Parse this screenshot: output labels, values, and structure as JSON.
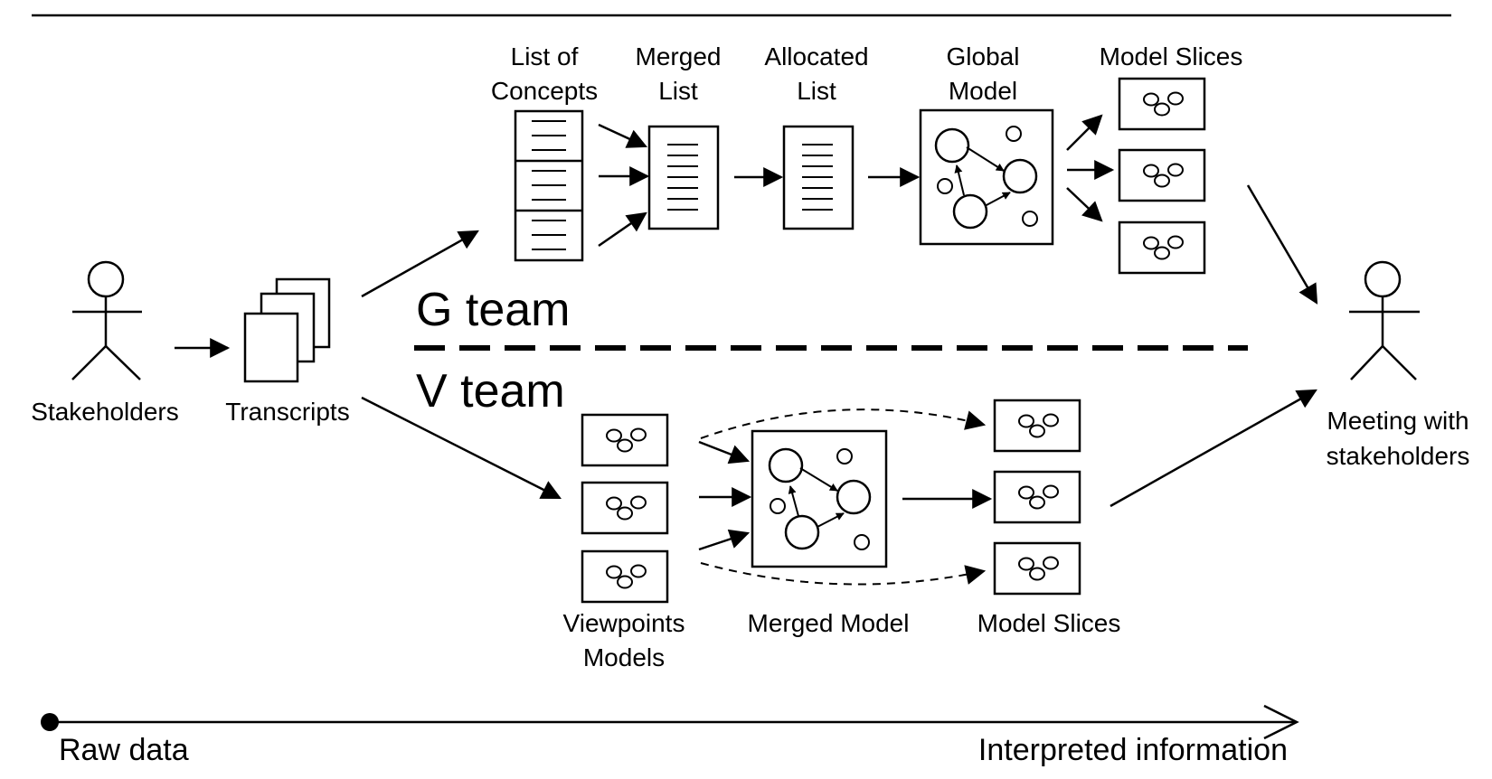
{
  "labels": {
    "list_of_concepts_1": "List of",
    "list_of_concepts_2": "Concepts",
    "merged_list_1": "Merged",
    "merged_list_2": "List",
    "allocated_list_1": "Allocated",
    "allocated_list_2": "List",
    "global_model_1": "Global",
    "global_model_2": "Model",
    "model_slices_top": "Model Slices",
    "stakeholders": "Stakeholders",
    "transcripts": "Transcripts",
    "g_team": "G team",
    "v_team": "V team",
    "viewpoints_models_1": "Viewpoints",
    "viewpoints_models_2": "Models",
    "merged_model": "Merged Model",
    "model_slices_bottom": "Model Slices",
    "meeting_1": "Meeting with",
    "meeting_2": "stakeholders",
    "raw_data": "Raw data",
    "interpreted_information": "Interpreted information"
  }
}
